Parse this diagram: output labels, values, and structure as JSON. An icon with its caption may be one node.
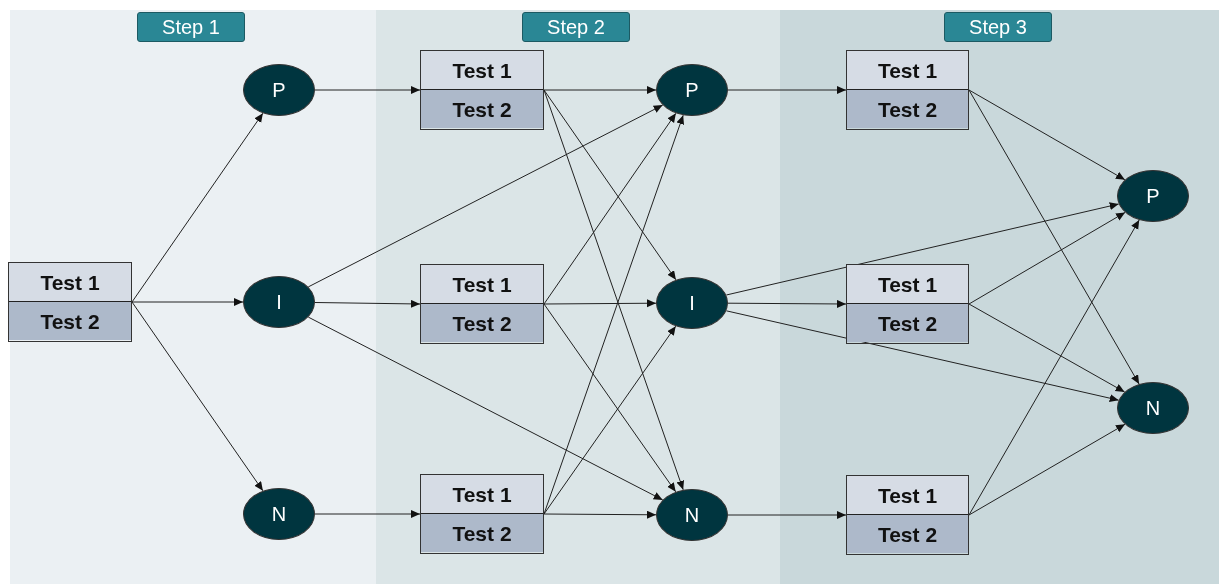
{
  "diagram": {
    "nodes": [
      {
        "text": [
          "Step 1"
        ]
      },
      {
        "text": [
          "Step 2"
        ]
      },
      {
        "text": [
          "Step 3"
        ]
      },
      {
        "text": [
          "Test 1",
          "Test 2"
        ],
        "in": 0
      },
      {
        "text": [
          "P"
        ],
        "in": 0
      },
      {
        "text": [
          "I"
        ],
        "in": 0
      },
      {
        "text": [
          "N"
        ],
        "in": 0
      },
      {
        "text": [
          "Test 1",
          "Test 2"
        ],
        "in": 1
      },
      {
        "text": [
          "Test 1",
          "Test 2"
        ],
        "in": 1
      },
      {
        "text": [
          "Test 1",
          "Test 2"
        ],
        "in": 1
      },
      {
        "text": [
          "P"
        ],
        "in": 1
      },
      {
        "text": [
          "I"
        ],
        "in": 1
      },
      {
        "text": [
          "N"
        ],
        "in": 1
      },
      {
        "text": [
          "Test 1",
          "Test 2"
        ],
        "in": 2
      },
      {
        "text": [
          "Test 1",
          "Test 2"
        ],
        "in": 2
      },
      {
        "text": [
          "Test 1",
          "Test 2"
        ],
        "in": 2
      },
      {
        "text": [
          "P"
        ],
        "in": 2
      },
      {
        "text": [
          "N"
        ],
        "in": 2
      }
    ],
    "edges": [
      {
        "from": 3,
        "to": 4,
        "arrow": "to"
      },
      {
        "from": 3,
        "to": 5,
        "arrow": "to"
      },
      {
        "from": 3,
        "to": 6,
        "arrow": "to"
      },
      {
        "from": 4,
        "to": 7,
        "arrow": "to"
      },
      {
        "from": 5,
        "to": 8,
        "arrow": "to"
      },
      {
        "from": 5,
        "to": 10,
        "arrow": "to"
      },
      {
        "from": 5,
        "to": 12,
        "arrow": "to"
      },
      {
        "from": 6,
        "to": 9,
        "arrow": "to"
      },
      {
        "from": 7,
        "to": 10,
        "arrow": "to"
      },
      {
        "from": 7,
        "to": 11,
        "arrow": "to"
      },
      {
        "from": 7,
        "to": 12,
        "arrow": "to"
      },
      {
        "from": 8,
        "to": 10,
        "arrow": "to"
      },
      {
        "from": 8,
        "to": 11,
        "arrow": "to"
      },
      {
        "from": 8,
        "to": 12,
        "arrow": "to"
      },
      {
        "from": 9,
        "to": 10,
        "arrow": "to"
      },
      {
        "from": 9,
        "to": 11,
        "arrow": "to"
      },
      {
        "from": 9,
        "to": 12,
        "arrow": "to"
      },
      {
        "from": 10,
        "to": 13,
        "arrow": "to"
      },
      {
        "from": 11,
        "to": 14,
        "arrow": "to"
      },
      {
        "from": 11,
        "to": 16,
        "arrow": "to"
      },
      {
        "from": 11,
        "to": 17,
        "arrow": "to"
      },
      {
        "from": 12,
        "to": 15,
        "arrow": "to"
      },
      {
        "from": 13,
        "to": 16,
        "arrow": "to"
      },
      {
        "from": 13,
        "to": 17,
        "arrow": "to"
      },
      {
        "from": 14,
        "to": 16,
        "arrow": "to"
      },
      {
        "from": 14,
        "to": 17,
        "arrow": "to"
      },
      {
        "from": 15,
        "to": 16,
        "arrow": "to"
      },
      {
        "from": 15,
        "to": 17,
        "arrow": "to"
      }
    ]
  }
}
